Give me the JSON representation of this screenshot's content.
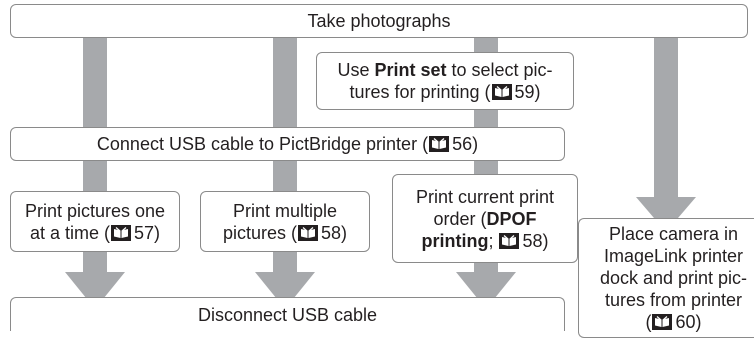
{
  "colors": {
    "arrow": "#a7a9ac",
    "border": "#8a8a8a",
    "text": "#231f20",
    "ref_icon_bg": "#231f20"
  },
  "icons": {
    "page_reference": "book-reference-icon"
  },
  "steps": {
    "take": "Take photographs",
    "print_set": {
      "pre": "Use ",
      "bold": "Print set",
      "post1": " to select pic-",
      "post2": "tures for printing (",
      "page": "59",
      "close": ")"
    },
    "connect": {
      "text": "Connect USB cable to PictBridge printer (",
      "page": "56",
      "close": ")"
    },
    "one_at_a_time": {
      "line1": "Print pictures one",
      "line2": "at a time (",
      "page": "57",
      "close": ")"
    },
    "multiple": {
      "line1": "Print multiple",
      "line2": "pictures (",
      "page": "58",
      "close": ")"
    },
    "dpof": {
      "line1": "Print current print",
      "line2a": "order (",
      "line2b": "DPOF",
      "line3a": "printing",
      "line3b": "; ",
      "page": "58",
      "close": ")"
    },
    "dock": {
      "line1": "Place camera in",
      "line2": "ImageLink printer",
      "line3": "dock and print pic-",
      "line4": "tures from printer",
      "open": "(",
      "page": "60",
      "close": ")"
    },
    "disconnect": "Disconnect USB cable"
  }
}
